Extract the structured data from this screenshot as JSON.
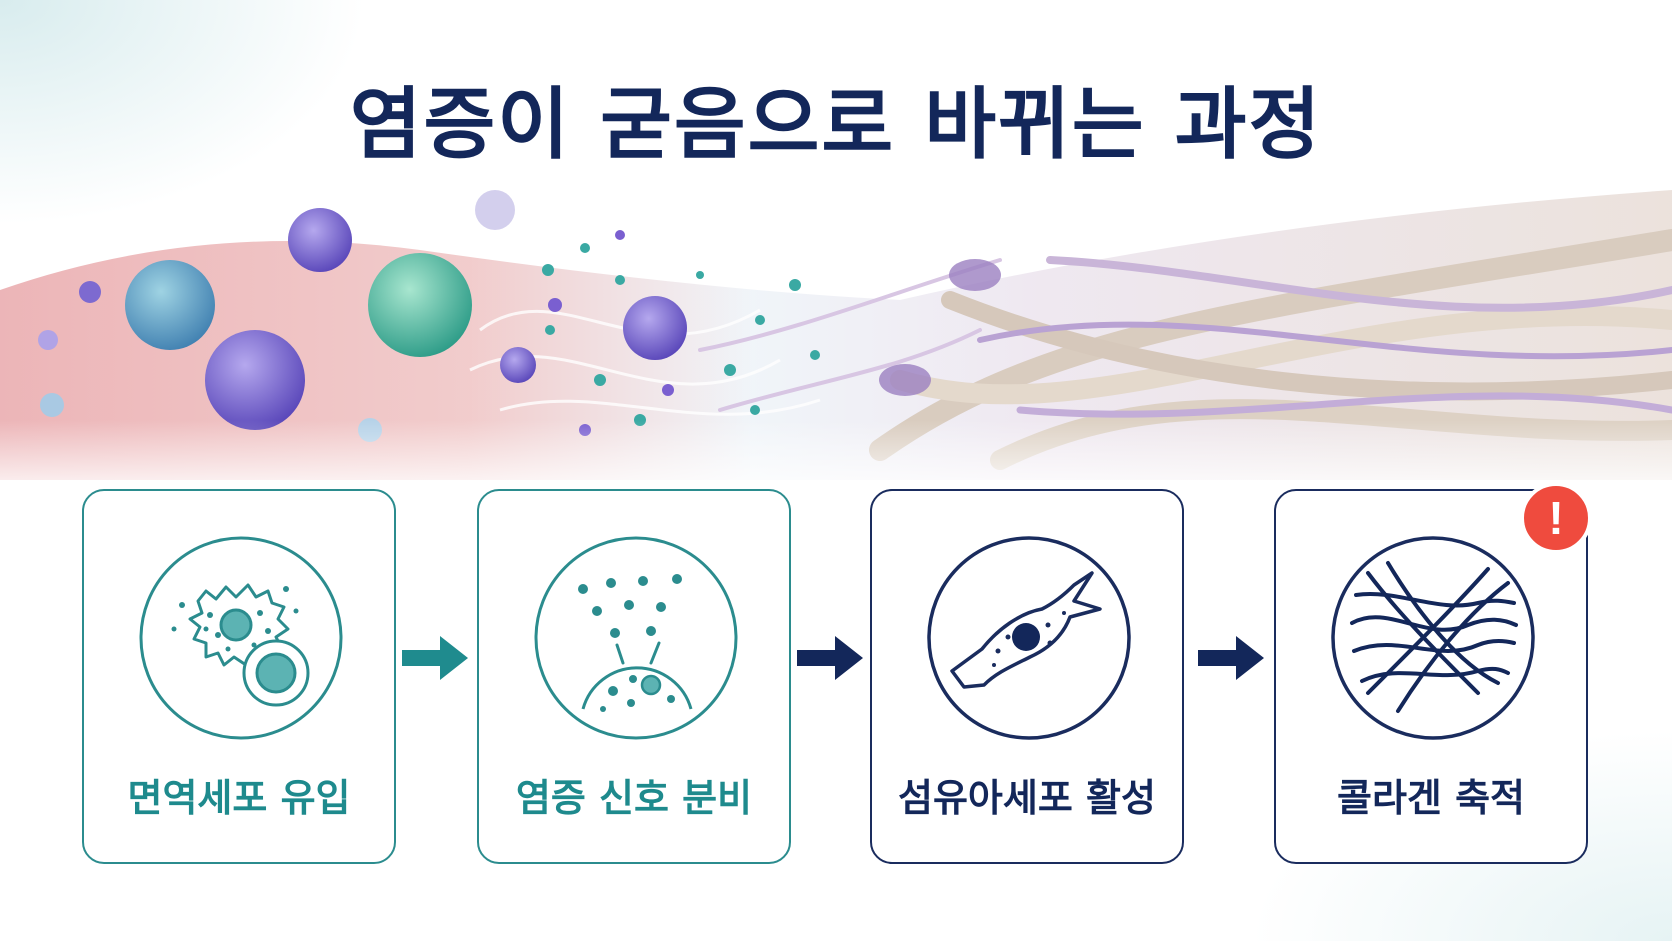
{
  "title": "염증이 굳음으로 바뀌는 과정",
  "steps": [
    {
      "label": "면역세포 유입",
      "icon": "immune-cell-icon"
    },
    {
      "label": "염증 신호 분비",
      "icon": "signal-release-icon"
    },
    {
      "label": "섬유아세포 활성",
      "icon": "fibroblast-icon"
    },
    {
      "label": "콜라겐 축적",
      "icon": "collagen-fibers-icon"
    }
  ],
  "alert_symbol": "!",
  "colors": {
    "teal": "#2b8c8e",
    "navy": "#13275a",
    "alert": "#ef4b3e"
  }
}
